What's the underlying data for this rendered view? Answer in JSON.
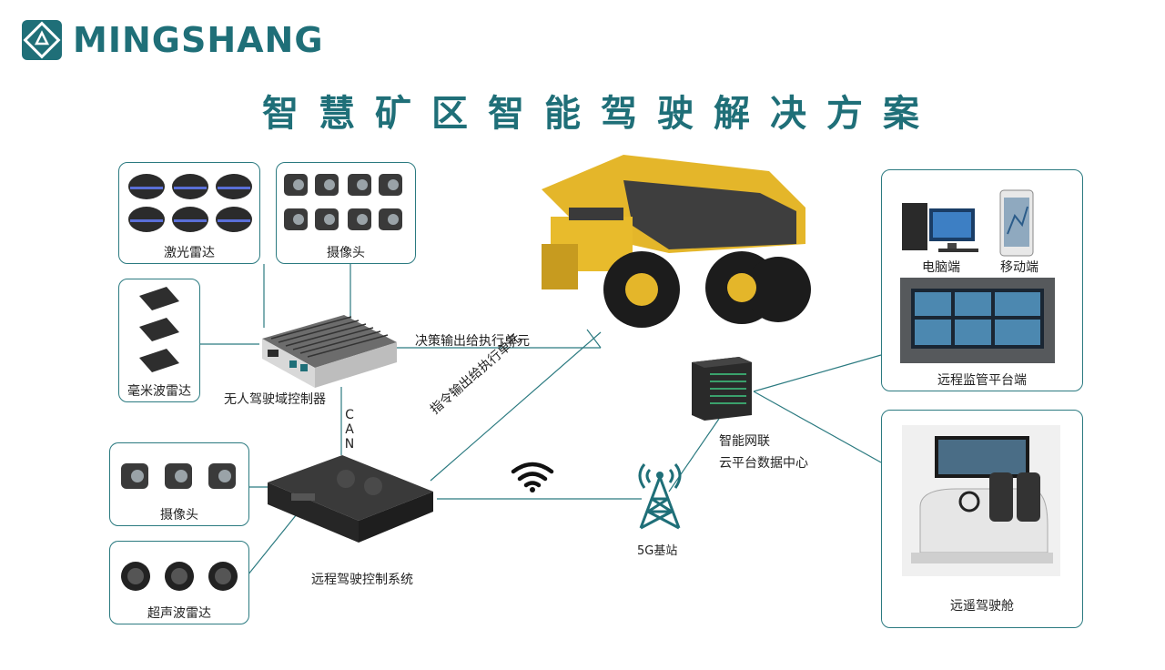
{
  "brand": {
    "name": "MINGSHANG"
  },
  "title": "智慧矿区智能驾驶解决方案",
  "panels": {
    "lidar": "激光雷达",
    "camera_top": "摄像头",
    "mmwave": "毫米波雷达",
    "camera_bottom": "摄像头",
    "ultrasonic": "超声波雷达",
    "pc": "电脑端",
    "mobile": "移动端",
    "monitor_platform": "远程监管平台端",
    "cockpit": "远遥驾驶舱"
  },
  "nodes": {
    "domain_controller": "无人驾驶域控制器",
    "remote_system": "远程驾驶控制系统",
    "base_station": "5G基站",
    "cloud_line1": "智能网联",
    "cloud_line2": "云平台数据中心"
  },
  "links": {
    "decision": "决策输出给执行单元",
    "command": "指令输出给执行单元",
    "can": "CAN"
  },
  "colors": {
    "brand": "#1f6f78",
    "line": "#2b7a80"
  }
}
